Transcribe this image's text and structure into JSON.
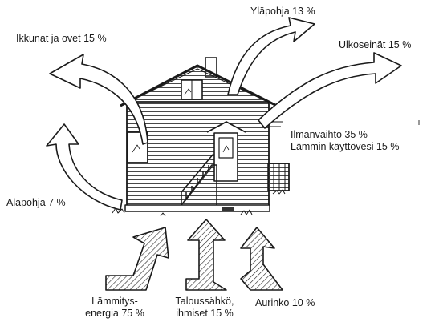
{
  "labels": {
    "ylapohja": "Yläpohja 13 %",
    "ikkunat": "Ikkunat ja ovet 15 %",
    "ulkoseinat": "Ulkoseinät 15 %",
    "ilmanvaihto": "Ilmanvaihto 35 %",
    "lammin_vesi": "Lämmin käyttövesi 15 %",
    "alapohja": "Alapohja 7 %",
    "lammitys_line1": "Lämmitys-",
    "lammitys_line2": "energia 75 %",
    "talous_line1": "Taloussähkö,",
    "talous_line2": "ihmiset 15 %",
    "aurinko": "Aurinko 10 %"
  }
}
